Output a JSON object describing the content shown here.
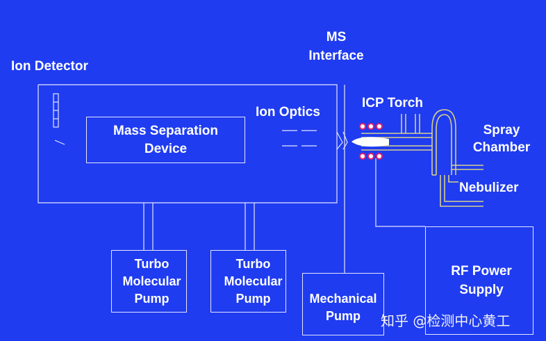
{
  "labels": {
    "ms_interface": [
      "MS",
      "Interface"
    ],
    "ion_detector": "Ion Detector",
    "ion_optics": "Ion Optics",
    "icp_torch": "ICP Torch",
    "spray_chamber": [
      "Spray",
      "Chamber"
    ],
    "nebulizer": "Nebulizer",
    "mass_separation": [
      "Mass Separation",
      "Device"
    ],
    "turbo_pump_1": [
      "Turbo",
      "Molecular",
      "Pump"
    ],
    "turbo_pump_2": [
      "Turbo",
      "Molecular",
      "Pump"
    ],
    "mechanical_pump": [
      "Mechanical",
      "Pump"
    ],
    "rf_power": [
      "RF Power",
      "Supply"
    ]
  },
  "watermark": "知乎 @检测中心黄工",
  "colors": {
    "background": "#1f3cf0",
    "line": "#e6e6ff",
    "tube": "#d8d08a",
    "coil": "#e0206a",
    "plasma": "#ffffff"
  }
}
